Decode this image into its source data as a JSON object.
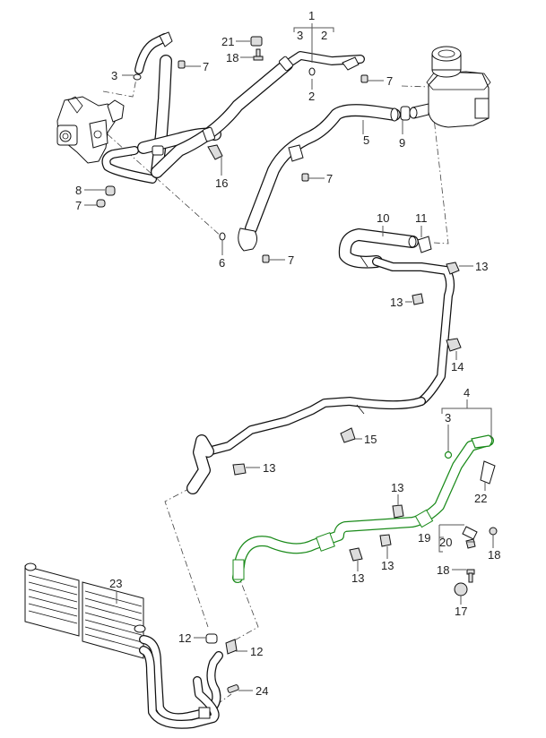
{
  "diagram": {
    "title": "Power steering hydraulic lines — exploded parts diagram",
    "highlight_color": "#1a8a1a",
    "line_color": "#111111",
    "callouts": [
      {
        "id": "c1",
        "label": "1"
      },
      {
        "id": "c1-sub3",
        "label": "3"
      },
      {
        "id": "c1-sub2",
        "label": "2"
      },
      {
        "id": "c2",
        "label": "2"
      },
      {
        "id": "c21",
        "label": "21"
      },
      {
        "id": "c18-top",
        "label": "18"
      },
      {
        "id": "c7-a",
        "label": "7"
      },
      {
        "id": "c7-b",
        "label": "7"
      },
      {
        "id": "c3-top",
        "label": "3"
      },
      {
        "id": "c5",
        "label": "5"
      },
      {
        "id": "c9",
        "label": "9"
      },
      {
        "id": "c7-c",
        "label": "7"
      },
      {
        "id": "c16",
        "label": "16"
      },
      {
        "id": "c8",
        "label": "8"
      },
      {
        "id": "c7-d",
        "label": "7"
      },
      {
        "id": "c6",
        "label": "6"
      },
      {
        "id": "c7-e",
        "label": "7"
      },
      {
        "id": "c10",
        "label": "10"
      },
      {
        "id": "c11",
        "label": "11"
      },
      {
        "id": "c13-a",
        "label": "13"
      },
      {
        "id": "c13-b",
        "label": "13"
      },
      {
        "id": "c14",
        "label": "14"
      },
      {
        "id": "c4",
        "label": "4"
      },
      {
        "id": "c4-sub3",
        "label": "3"
      },
      {
        "id": "c15",
        "label": "15"
      },
      {
        "id": "c13-c",
        "label": "13"
      },
      {
        "id": "c22",
        "label": "22"
      },
      {
        "id": "c13-d",
        "label": "13"
      },
      {
        "id": "c19",
        "label": "19"
      },
      {
        "id": "c20",
        "label": "20"
      },
      {
        "id": "c18-mid",
        "label": "18"
      },
      {
        "id": "c13-e",
        "label": "13"
      },
      {
        "id": "c13-f",
        "label": "13"
      },
      {
        "id": "c23",
        "label": "23"
      },
      {
        "id": "c18-low",
        "label": "18"
      },
      {
        "id": "c17",
        "label": "17"
      },
      {
        "id": "c12-a",
        "label": "12"
      },
      {
        "id": "c12-b",
        "label": "12"
      },
      {
        "id": "c24",
        "label": "24"
      }
    ],
    "parts": [
      {
        "name": "power-steering-pump"
      },
      {
        "name": "pressure-line",
        "highlighted": false
      },
      {
        "name": "fluid-reservoir"
      },
      {
        "name": "return-line-hose",
        "number": "5"
      },
      {
        "name": "suction-hose",
        "number": "10"
      },
      {
        "name": "cooler-line",
        "number": "4",
        "highlighted": true
      },
      {
        "name": "oil-cooler",
        "number": "23"
      }
    ]
  }
}
